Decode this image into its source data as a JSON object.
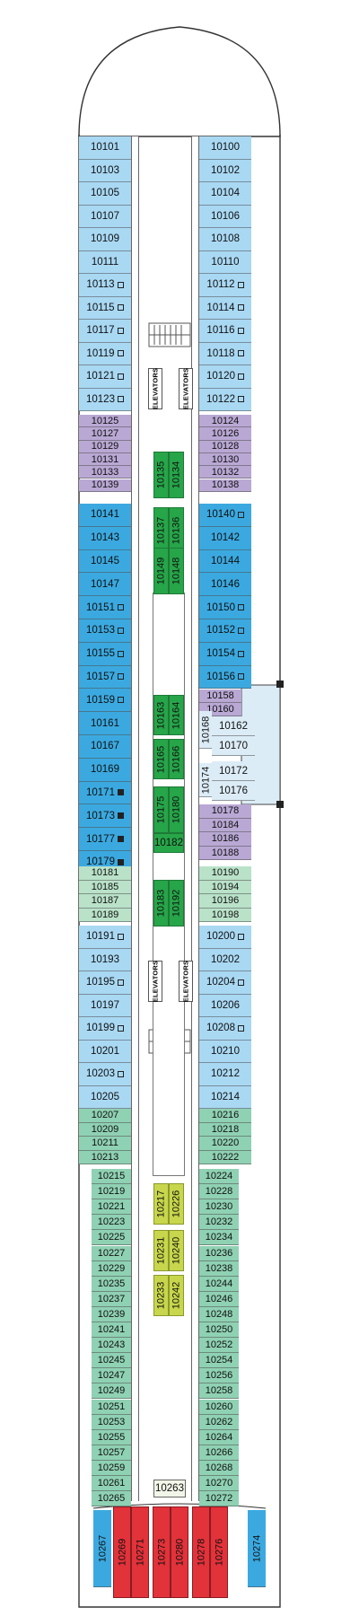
{
  "labels": {
    "elevators": "ELEVATORS"
  },
  "colors": {
    "light_blue": "#a9d8f3",
    "blue": "#3ba9e0",
    "lavender": "#b9a8d4",
    "mint": "#b9e2c9",
    "sea_green": "#8fd1b3",
    "green": "#27a549",
    "olive": "#c7d64c",
    "red": "#e2323a",
    "pale_blue": "#dcecf6"
  },
  "cabins": {
    "fwd_left": [
      "10101",
      "10103",
      "10105",
      "10107",
      "10109",
      "10111",
      "10113",
      "10115",
      "10117",
      "10119",
      "10121",
      "10123"
    ],
    "fwd_right": [
      "10100",
      "10102",
      "10104",
      "10106",
      "10108",
      "10110",
      "10112",
      "10114",
      "10116",
      "10118",
      "10120",
      "10122"
    ],
    "lav1_left": [
      "10125",
      "10127",
      "10129",
      "10131",
      "10133",
      "10139"
    ],
    "lav1_right": [
      "10124",
      "10126",
      "10128",
      "10130",
      "10132",
      "10138"
    ],
    "mid_left": [
      "10141",
      "10143",
      "10145",
      "10147",
      "10151",
      "10153",
      "10155",
      "10157",
      "10159",
      "10161",
      "10167",
      "10169",
      "10171",
      "10173",
      "10177",
      "10179"
    ],
    "mid_right_a": [
      "10140",
      "10142",
      "10144",
      "10146",
      "10150",
      "10152",
      "10154",
      "10156"
    ],
    "mid_right_b": [
      "10158",
      "10160"
    ],
    "side_block": [
      "10162",
      "10170",
      "10172",
      "10176"
    ],
    "side_vertical": [
      "10168",
      "10174"
    ],
    "lav2_right": [
      "10178",
      "10184",
      "10186",
      "10188"
    ],
    "mint_left": [
      "10181",
      "10185",
      "10187",
      "10189"
    ],
    "mint_right": [
      "10190",
      "10194",
      "10196",
      "10198"
    ],
    "aft_left": [
      "10191",
      "10193",
      "10195",
      "10197",
      "10199",
      "10201",
      "10203",
      "10205"
    ],
    "aft_right": [
      "10200",
      "10202",
      "10204",
      "10206",
      "10208",
      "10210",
      "10212",
      "10214"
    ],
    "sea_left_a": [
      "10207",
      "10209",
      "10211",
      "10213"
    ],
    "sea_right_a": [
      "10216",
      "10218",
      "10220",
      "10222"
    ],
    "sea_left_b": [
      "10215",
      "10219",
      "10221",
      "10223",
      "10225",
      "10227",
      "10229",
      "10235",
      "10237",
      "10239",
      "10241",
      "10243",
      "10245",
      "10247",
      "10249",
      "10251",
      "10253",
      "10255",
      "10257",
      "10259",
      "10261",
      "10265"
    ],
    "sea_right_b": [
      "10224",
      "10228",
      "10230",
      "10232",
      "10234",
      "10236",
      "10238",
      "10244",
      "10246",
      "10248",
      "10250",
      "10252",
      "10254",
      "10256",
      "10258",
      "10260",
      "10262",
      "10264",
      "10266",
      "10268",
      "10270",
      "10272"
    ],
    "center_green": [
      [
        "10135",
        "10134"
      ],
      [
        "10137",
        "10136"
      ],
      [
        "10149",
        "10148"
      ],
      [
        "10163",
        "10164"
      ],
      [
        "10165",
        "10166"
      ],
      [
        "10175",
        "10180"
      ],
      [
        "10183",
        "10192"
      ]
    ],
    "center_green_single": "10182",
    "center_olive": [
      [
        "10217",
        "10226"
      ],
      [
        "10231",
        "10240"
      ],
      [
        "10233",
        "10242"
      ]
    ],
    "center_aft": "10263",
    "stern_blue": [
      "10267",
      "10274"
    ],
    "stern_red": [
      "10269",
      "10271",
      "10273",
      "10280",
      "10278",
      "10276"
    ]
  },
  "markers": {
    "open": [
      "10113",
      "10115",
      "10117",
      "10119",
      "10121",
      "10123",
      "10112",
      "10114",
      "10116",
      "10118",
      "10120",
      "10122",
      "10151",
      "10153",
      "10155",
      "10157",
      "10159",
      "10140",
      "10150",
      "10152",
      "10154",
      "10156",
      "10191",
      "10195",
      "10199",
      "10203",
      "10200",
      "10204",
      "10208"
    ],
    "filled": [
      "10171",
      "10173",
      "10177",
      "10179"
    ]
  }
}
